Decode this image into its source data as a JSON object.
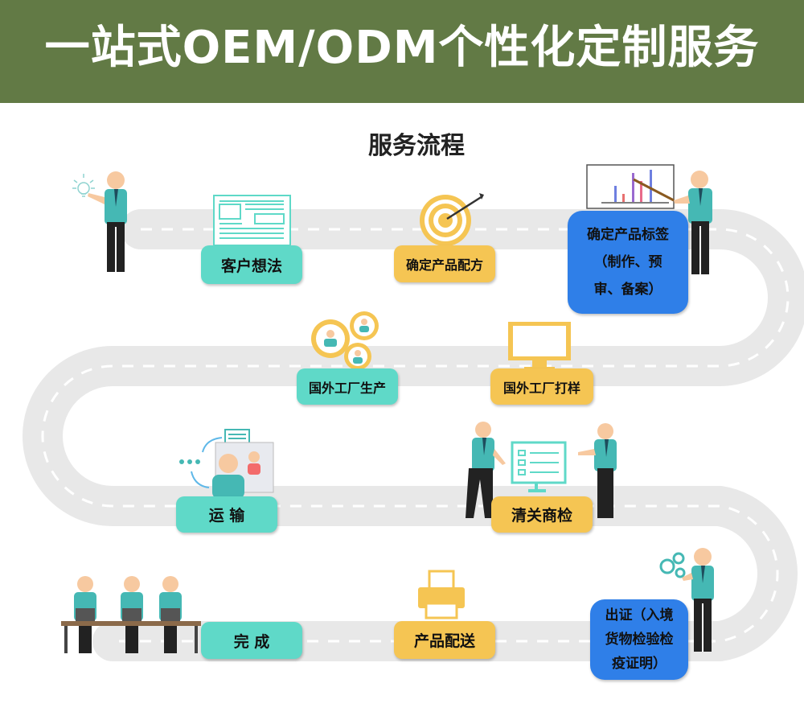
{
  "banner": {
    "title": "一站式OEM/ODM个性化定制服务",
    "color": "#627a45"
  },
  "subtitle": "服务流程",
  "colors": {
    "teal": "#5fd9c8",
    "yellow": "#f5c553",
    "blue": "#2f7fe8",
    "road": "#e8e8e8"
  },
  "steps": [
    {
      "label": "客户想法",
      "style": "teal",
      "icon": "document-icon"
    },
    {
      "label": "确定产品配方",
      "style": "yellow",
      "icon": "target-icon"
    },
    {
      "label": "确定产品标签\n（制作、预\n审、备案）",
      "style": "blue",
      "icon": "chart-board-icon"
    },
    {
      "label": "国外工厂打样",
      "style": "yellow",
      "icon": "monitor-icon"
    },
    {
      "label": "国外工厂生产",
      "style": "teal",
      "icon": "gear-people-icon"
    },
    {
      "label": "运 输",
      "style": "teal",
      "icon": "video-call-icon"
    },
    {
      "label": "清关商检",
      "style": "yellow",
      "icon": "inspection-board-icon"
    },
    {
      "label": "出证（入境\n货物检验检\n疫证明）",
      "style": "blue",
      "icon": "gear-icon"
    },
    {
      "label": "产品配送",
      "style": "yellow",
      "icon": "printer-icon"
    },
    {
      "label": "完 成",
      "style": "teal",
      "icon": "team-desk-icon"
    }
  ]
}
